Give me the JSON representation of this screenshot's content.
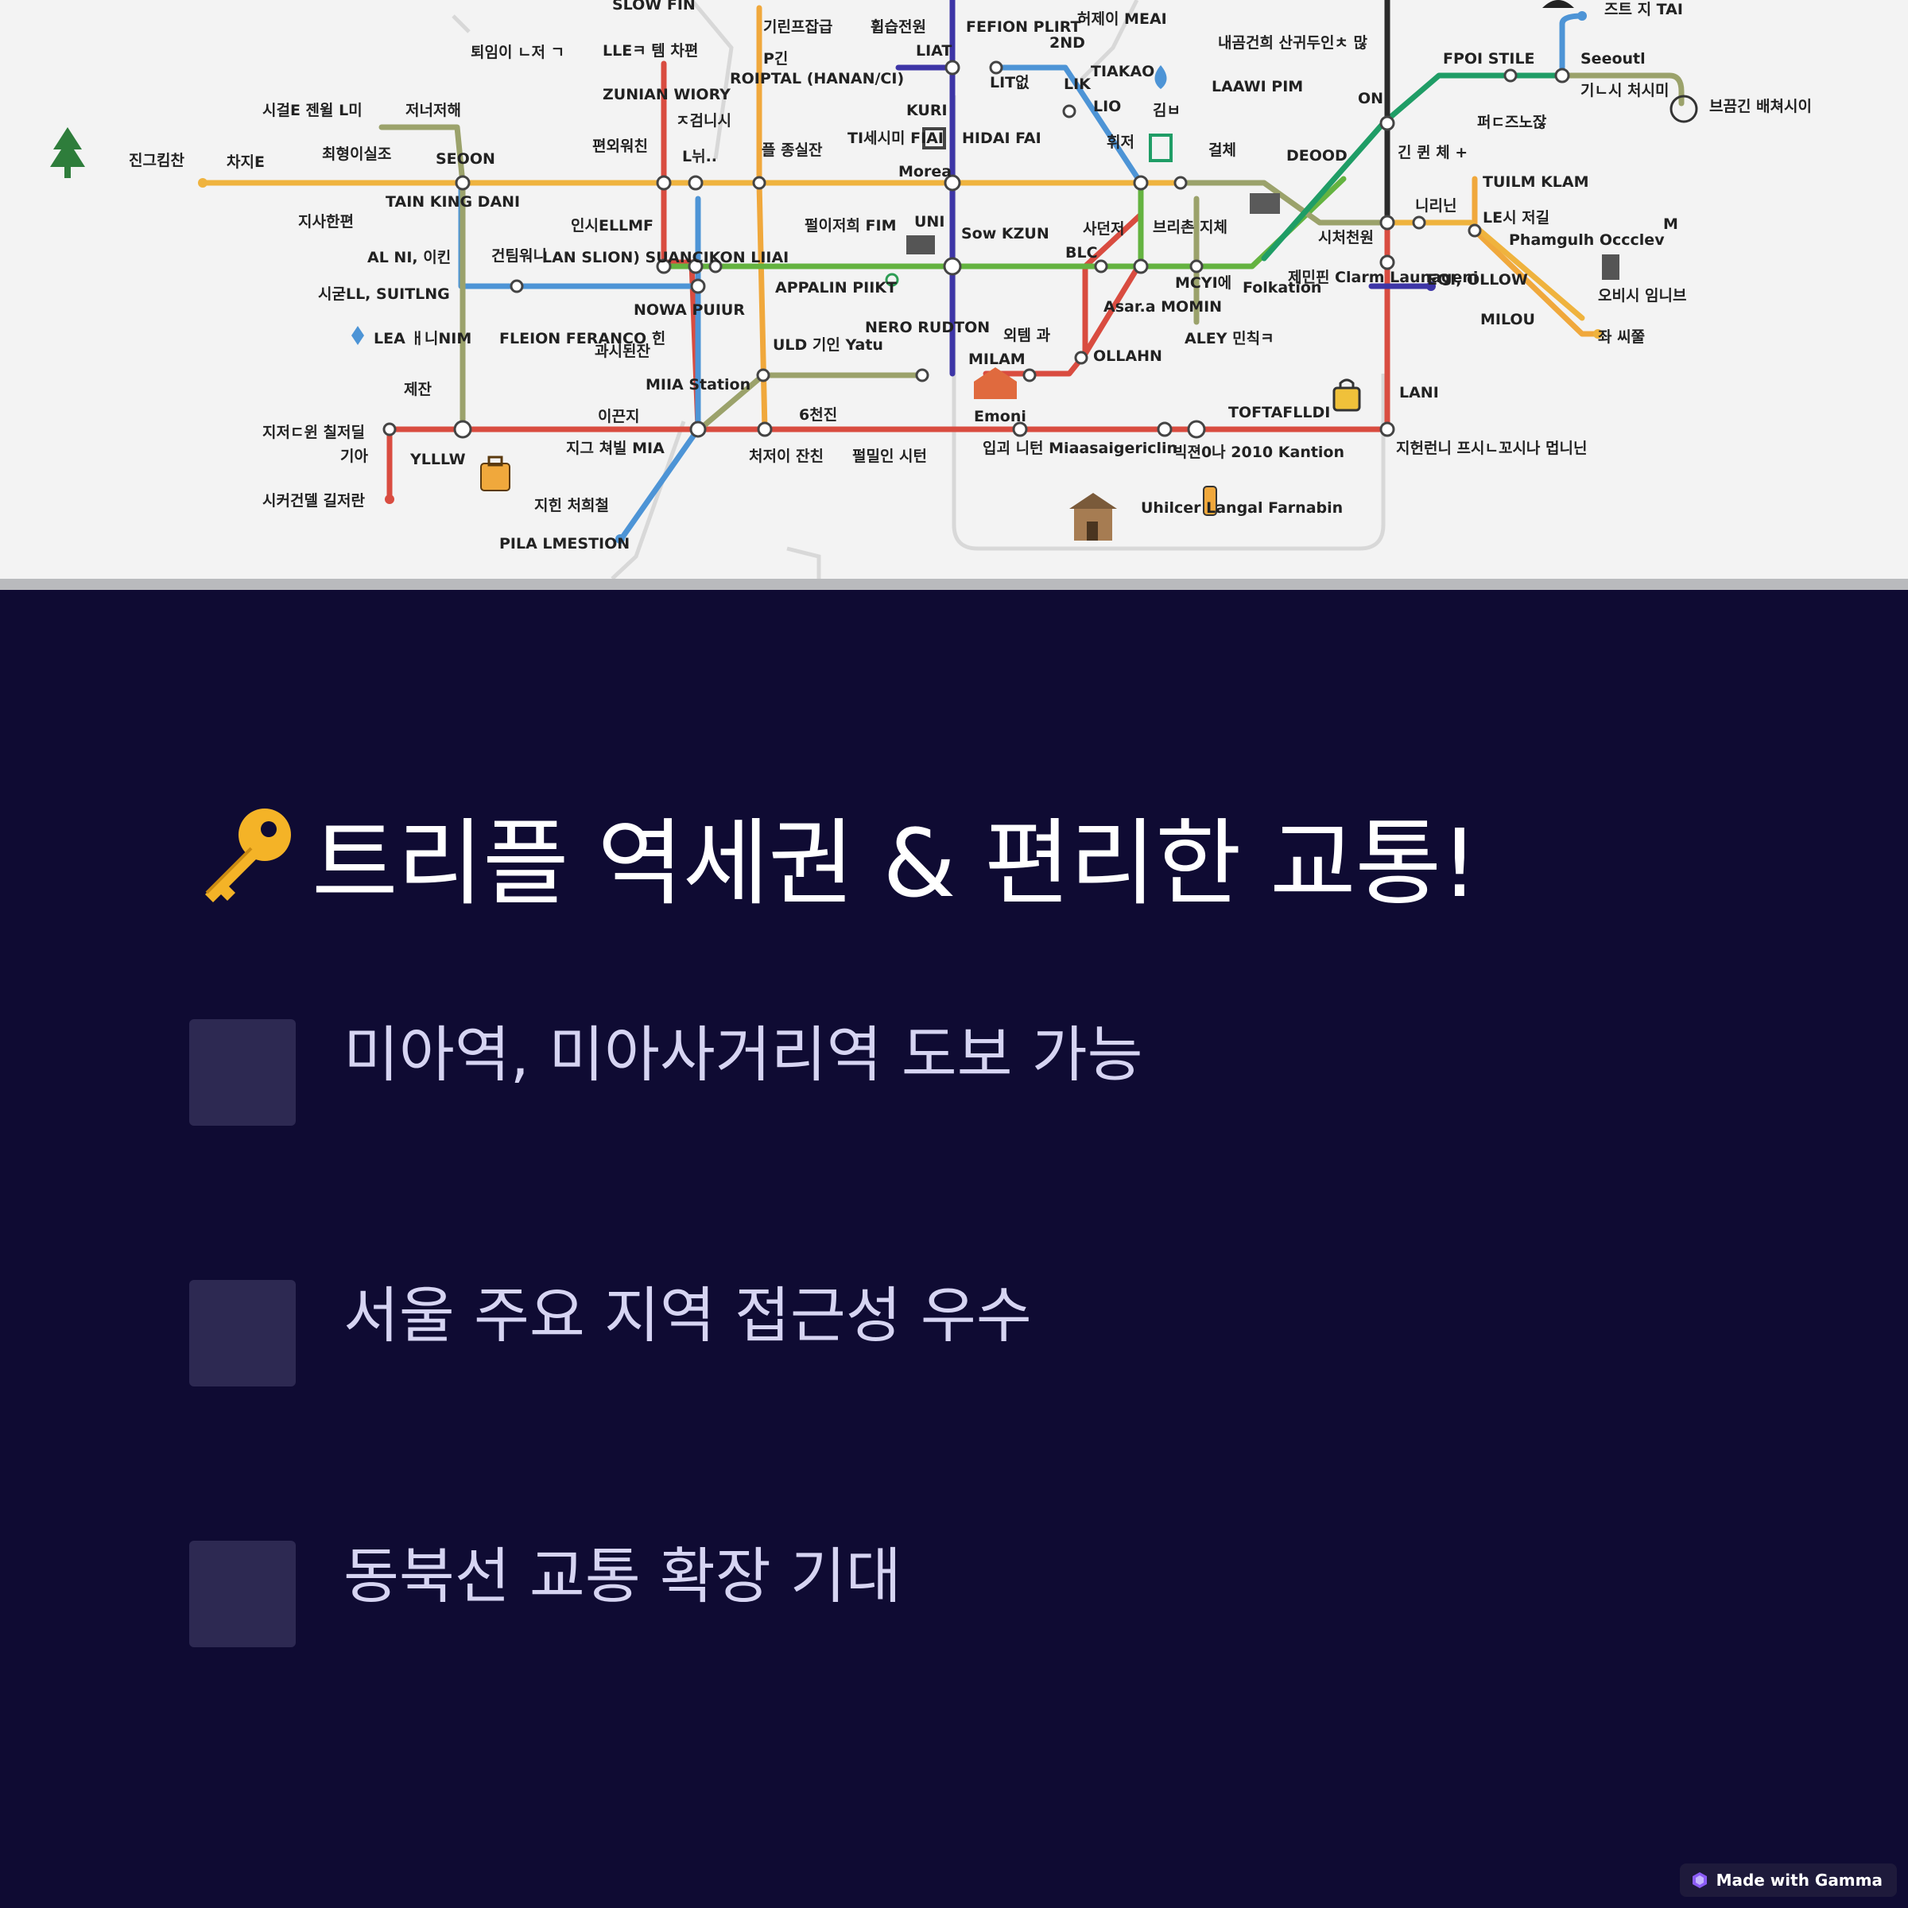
{
  "slide": {
    "title": "트리플 역세권 & 편리한 교통!",
    "title_icon": "key-icon",
    "background_color": "#0f0b33",
    "text_color": "#d6d4f2",
    "bullet_box_color": "#2d2952",
    "bullets": [
      {
        "text": "미아역, 미아사거리역 도보 가능"
      },
      {
        "text": "서울 주요 지역 접근성 우수"
      },
      {
        "text": "동북선 교통 확장 기대"
      }
    ]
  },
  "map": {
    "line_colors": {
      "yellow": "#efb33e",
      "red": "#d94c40",
      "green": "#64b340",
      "blue": "#4d94d6",
      "purple": "#3d35a6",
      "orange": "#f0a83c",
      "olive": "#9ba26b",
      "teal": "#1f9d66",
      "black": "#2a2a2a",
      "grey": "#d8d8d8"
    },
    "labels": [
      "SLOW FIN",
      "기린프잡급",
      "휩습전원",
      "FEFION PLIRT",
      "허제이 MEAI",
      "LIAT",
      "2ND",
      "퇴임이 ㄴ저 ㄱ",
      "LLEㅋ 템 차편",
      "P긴",
      "ROIPTAL (HANAN/CI)",
      "LIT없",
      "LIK",
      "TIAKAO",
      "내곰건희 산귀두인ㅊ 많",
      "FPOI STILE",
      "Seeoutl",
      "즈트 지 TAI",
      "기ㄴ시 처시미",
      "브끔긴 배쳐시이",
      "시걸E 젠윌 L미",
      "저너저해",
      "ZUNIAN WIORY",
      "ㅈ검니시",
      "KURI",
      "LIO",
      "김ㅂ",
      "LAAWI PIM",
      "ON",
      "퍼ㄷ즈노잖",
      "진그킴찬",
      "차지E",
      "최형이실조",
      "SEOON",
      "편외워친",
      "L뉘..",
      "플 종실잔",
      "TI세시미 FIAI",
      "HIDAI FAI",
      "Morea",
      "휘저",
      "걸체",
      "DEOOD",
      "긴 퀸 체 +",
      "TAIN KING DANI",
      "지사한편",
      "인시ELLMF",
      "펄이저희 FIM",
      "UNI",
      "Sow KZUN",
      "사던저",
      "브리촌 지체",
      "니리닌",
      "TUILM KLAM",
      "LE시 저길",
      "Phamgulh Occclev",
      "M",
      "AL NI, 이킨",
      "건팀워니",
      "LAN SLION) SUANCIKON LIIAI",
      "BLC",
      "시처천원",
      "시굳LL, SUITLNG",
      "APPALIN PIIKT",
      "MCYI에",
      "Folkation",
      "제민핀 Clarm Launageni",
      "EOI, OLLOW",
      "MILOU",
      "오비시 임니브",
      "NOWA PUIUR",
      "Asar.a MOMIN",
      "LEA ㅐ니NIM",
      "FLEION FERANCO 힌",
      "과시된잔",
      "NERO RUDTON",
      "외템 과",
      "ALEY 민칙ㅋ",
      "좌 씨쭐",
      "ULD 기인 Yatu",
      "MILAM",
      "OLLAHN",
      "제잔",
      "MIIA Station",
      "LANI",
      "이끈지",
      "6천진",
      "Emoni",
      "TOFTAFLLDI",
      "지저ㄷ윈 칠저딜",
      "기아",
      "YLLLW",
      "지그 쳐빌 MIA",
      "처저이 잔친",
      "펄밀인 시턴",
      "입괴 니턴 Miaasaigericlin",
      "빅젼0나 2010 Kantion",
      "지헌런니 프시ㄴ꼬시나 멉니닌",
      "시커건델 길저란",
      "지힌 처희철",
      "PILA LMESTION",
      "Uhilcer Langal Farnabin"
    ]
  },
  "badge": {
    "label": "Made with Gamma",
    "icon": "gamma-logo-icon"
  }
}
